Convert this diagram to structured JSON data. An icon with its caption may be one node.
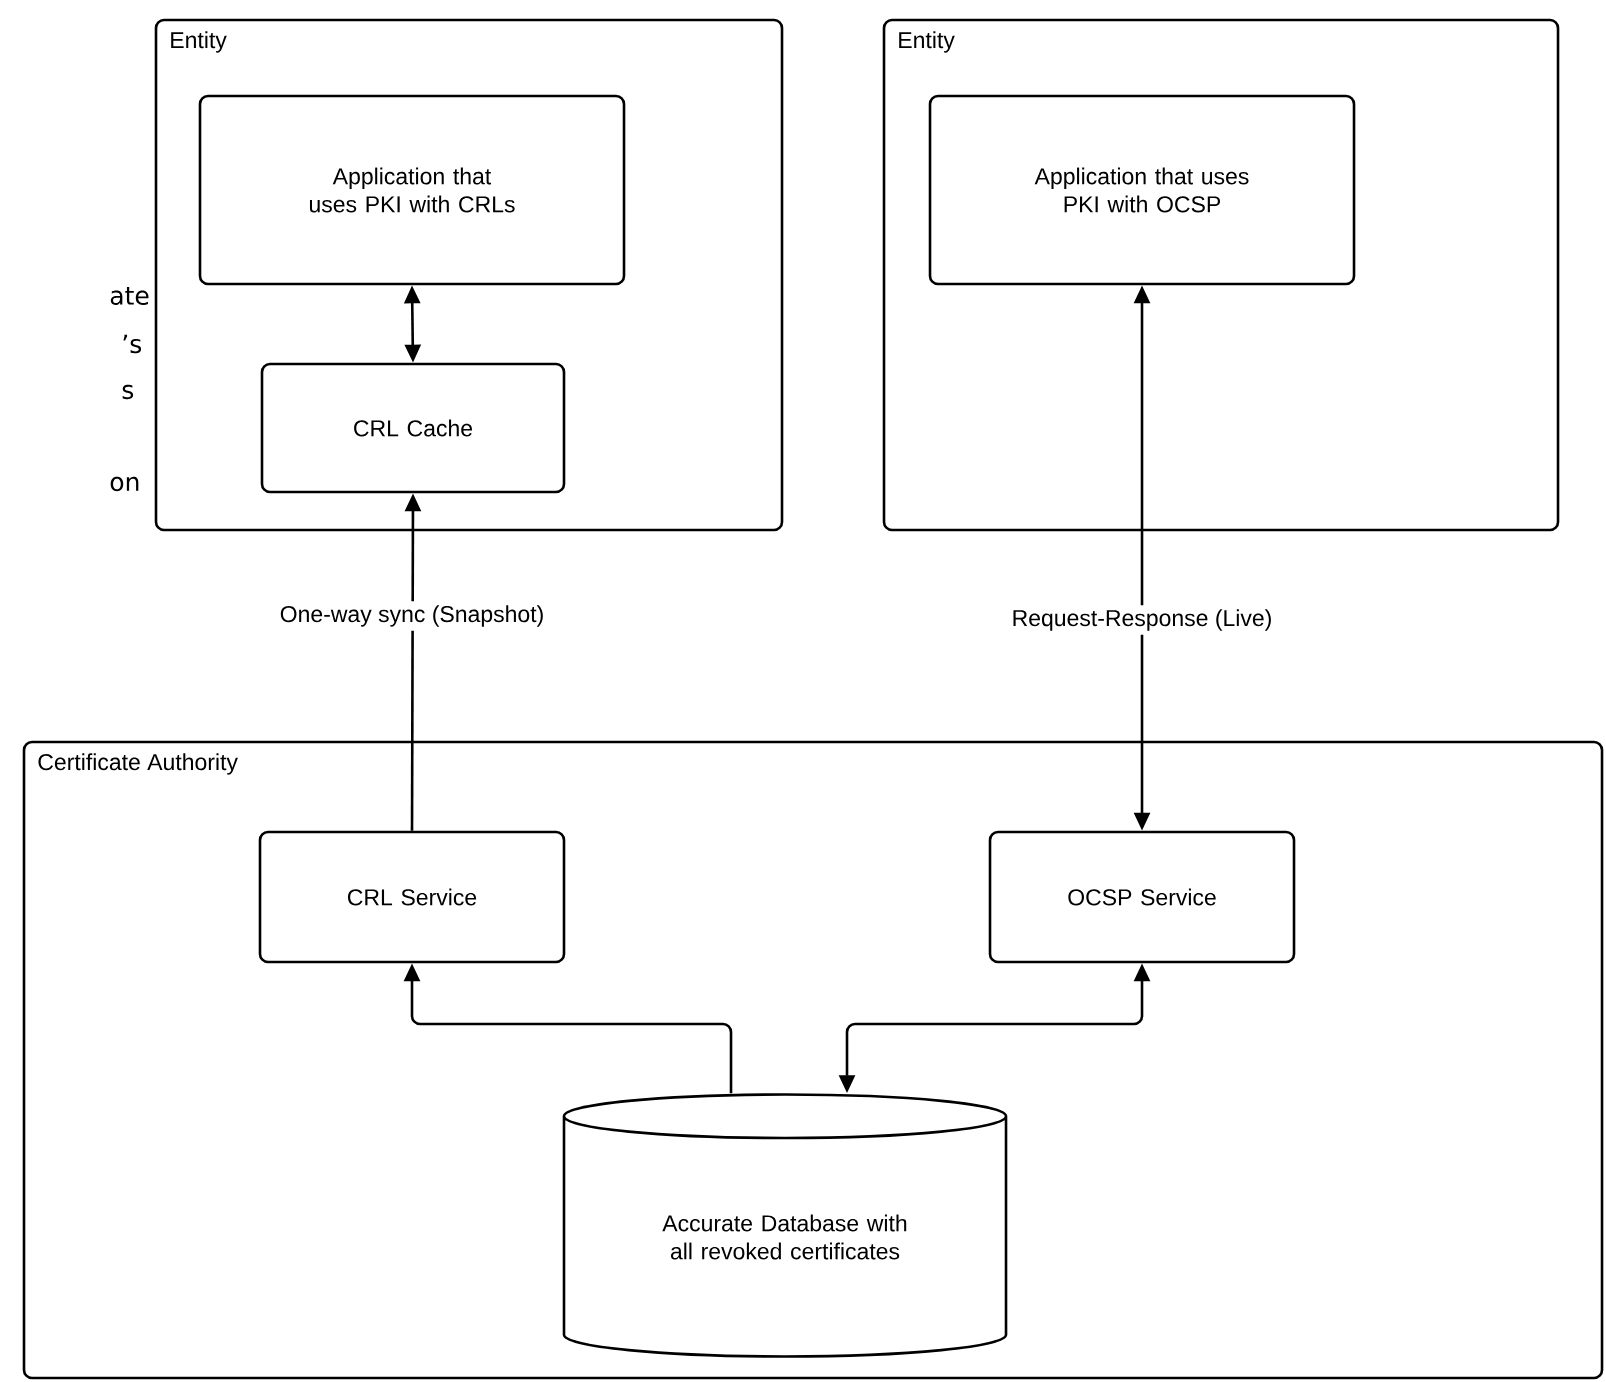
{
  "diagram": {
    "nodes": [
      {
        "text": [
          "Entity"
        ]
      },
      {
        "text": [
          "Application that uses PKI with CRLs"
        ],
        "in": 0
      },
      {
        "text": [
          "CRL Cache"
        ],
        "in": 0
      },
      {
        "text": [
          "Entity"
        ]
      },
      {
        "text": [
          "Application that uses PKI with OCSP"
        ],
        "in": 3
      },
      {
        "text": [
          "Certificate Authority"
        ]
      },
      {
        "text": [
          "CRL Service"
        ],
        "in": 5
      },
      {
        "text": [
          "OCSP Service"
        ],
        "in": 5
      },
      {
        "text": [
          "Accurate Database with all revoked certificates"
        ],
        "in": 5
      }
    ],
    "edges": [
      {
        "from": 1,
        "to": 2,
        "arrow": "both"
      },
      {
        "from": 6,
        "to": 2,
        "arrow": "to",
        "label": "One-way sync (Snapshot)"
      },
      {
        "from": 4,
        "to": 7,
        "arrow": "both",
        "label": "Request-Response (Live)"
      },
      {
        "from": 8,
        "to": 6,
        "arrow": "to"
      },
      {
        "from": 7,
        "to": 8,
        "arrow": "both"
      }
    ],
    "labels": [
      "ate",
      "’s",
      "s",
      "on"
    ]
  }
}
